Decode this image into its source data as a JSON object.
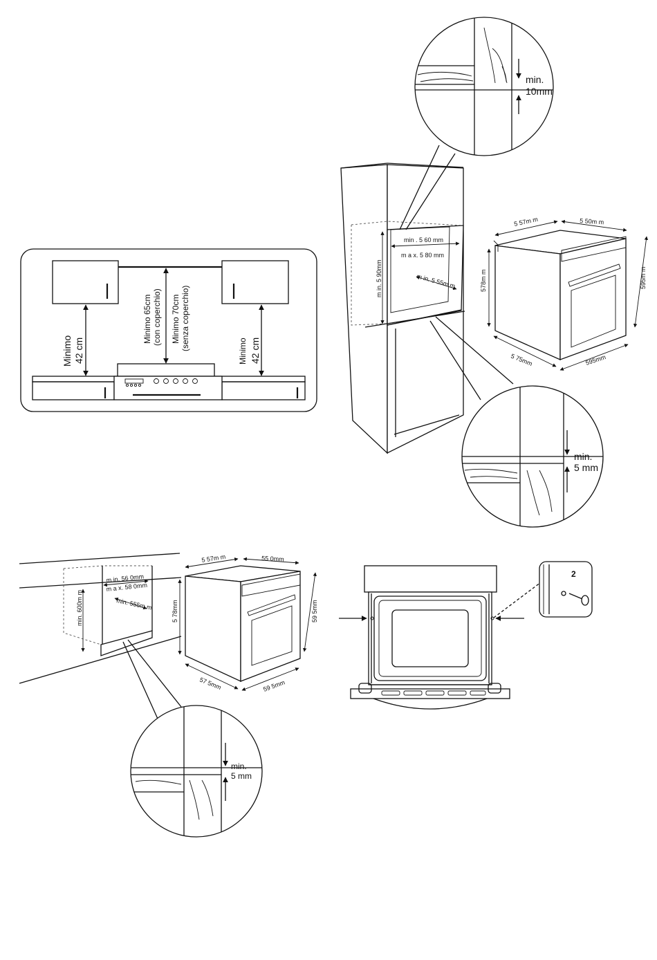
{
  "hood_panel": {
    "left_min": "Minimo",
    "left_val": "42 cm",
    "center_l1": "Minimo 65cm",
    "center_l2": "(con coperchio)",
    "center_l3": "Minimo 70cm",
    "center_l4": "(senza coperchio)",
    "right_min": "Minimo",
    "right_val": "42 cm"
  },
  "column_panel": {
    "top_detail_min": "min.",
    "top_detail_val": "10mm",
    "opening_width_min": "min . 5 60 mm",
    "opening_width_max": "m a x. 5 80 mm",
    "opening_depth": "m in. 5 55m m",
    "opening_height": "m in. 5 90mm",
    "oven_top_depth": "5 57m m",
    "oven_top_width": "5 50m m",
    "oven_front_height": "578m m",
    "oven_side_height": "595m m",
    "oven_base_depth": "5 75mm",
    "oven_base_width": "595mm",
    "bottom_detail_min": "min.",
    "bottom_detail_val": "5  mm"
  },
  "under_counter_panel": {
    "opening_width_min": "m in. 56 0mm",
    "opening_width_max": "m a x. 58 0mm",
    "opening_depth": "min.  555m m",
    "opening_height": "min.  600m m",
    "oven_top_depth": "5 57m m",
    "oven_top_width": "55 0mm",
    "oven_front_height": "5 78mm",
    "oven_side_height": "59 5mm",
    "oven_base_depth": "57 5mm",
    "oven_base_width": "59 5mm",
    "detail_min": "min.",
    "detail_val": "5  mm"
  },
  "front_panel": {
    "callout_number": "2"
  }
}
